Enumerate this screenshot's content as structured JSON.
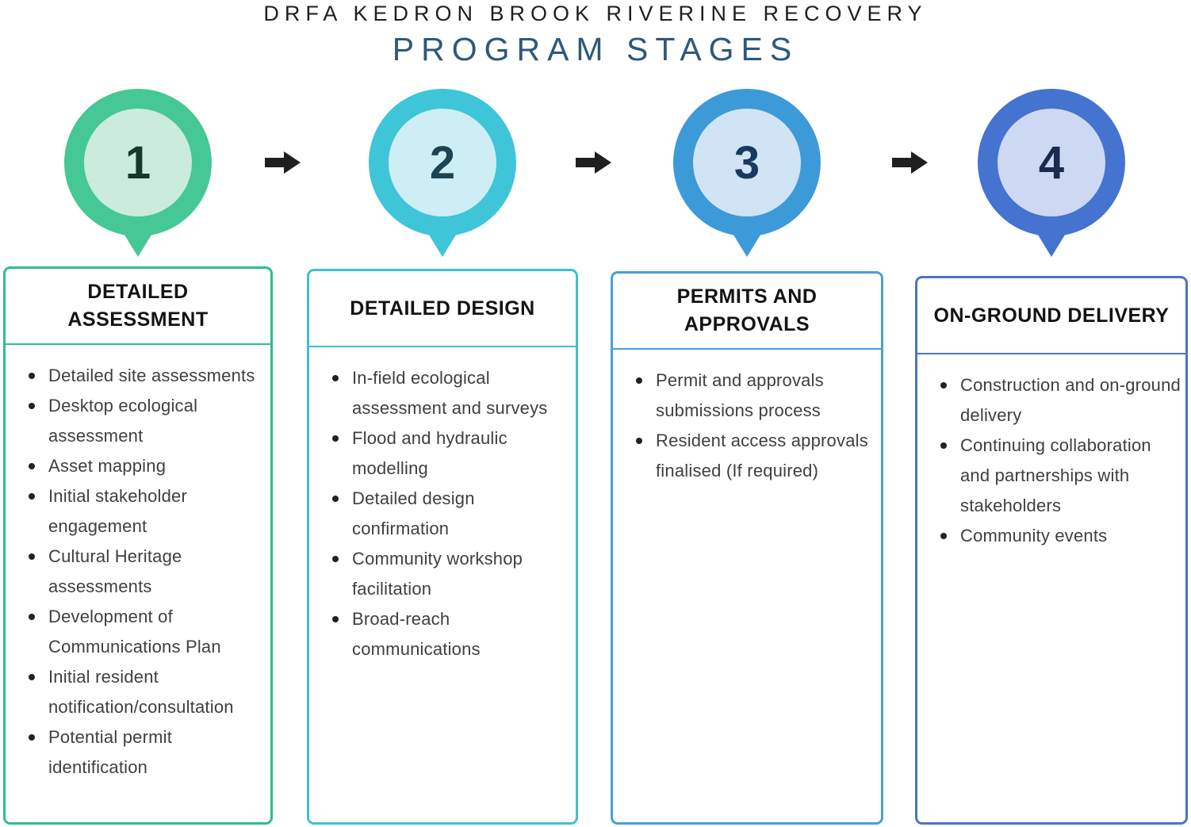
{
  "title": {
    "line1": "DRFA KEDRON BROOK RIVERINE RECOVERY",
    "line2": "PROGRAM STAGES"
  },
  "ui": {
    "arrow_icon": "right-arrow",
    "arrow_color": "#1F1F1F",
    "title_line1_color": "#1F1F1F",
    "title_line2_color": "#2E587C"
  },
  "stages": [
    {
      "number": "1",
      "heading": "DETAILED ASSESSMENT",
      "colors": {
        "ring": "#45C796",
        "inner": "#CBEBDC",
        "border": "#2DBE8E",
        "number": "#14382A"
      },
      "items": [
        "Detailed site assessments",
        "Desktop ecological assessment",
        "Asset mapping",
        "Initial stakeholder engagement",
        "Cultural Heritage assessments",
        "Development of Communications Plan",
        "Initial resident notification/consultation",
        "Potential permit identification"
      ]
    },
    {
      "number": "2",
      "heading": "DETAILED DESIGN",
      "colors": {
        "ring": "#3EC5D8",
        "inner": "#CDEEF5",
        "border": "#3FC0D4",
        "number": "#1C4452"
      },
      "items": [
        "In-field ecological assessment and surveys",
        "Flood and hydraulic modelling",
        "Detailed design confirmation",
        "Community workshop facilitation",
        "Broad-reach communications"
      ]
    },
    {
      "number": "3",
      "heading": "PERMITS AND APPROVALS",
      "colors": {
        "ring": "#3D9AD9",
        "inner": "#D0E4F5",
        "border": "#4A9FD9",
        "number": "#173A5E"
      },
      "items": [
        "Permit and approvals submissions process",
        "Resident access approvals finalised (If required)"
      ]
    },
    {
      "number": "4",
      "heading": "ON-GROUND DELIVERY",
      "colors": {
        "ring": "#4473D0",
        "inner": "#CDD9F2",
        "border": "#4B74C5",
        "number": "#1A2B4F"
      },
      "items": [
        "Construction and on-ground delivery",
        "Continuing collaboration and partnerships with stakeholders",
        "Community events"
      ]
    }
  ]
}
